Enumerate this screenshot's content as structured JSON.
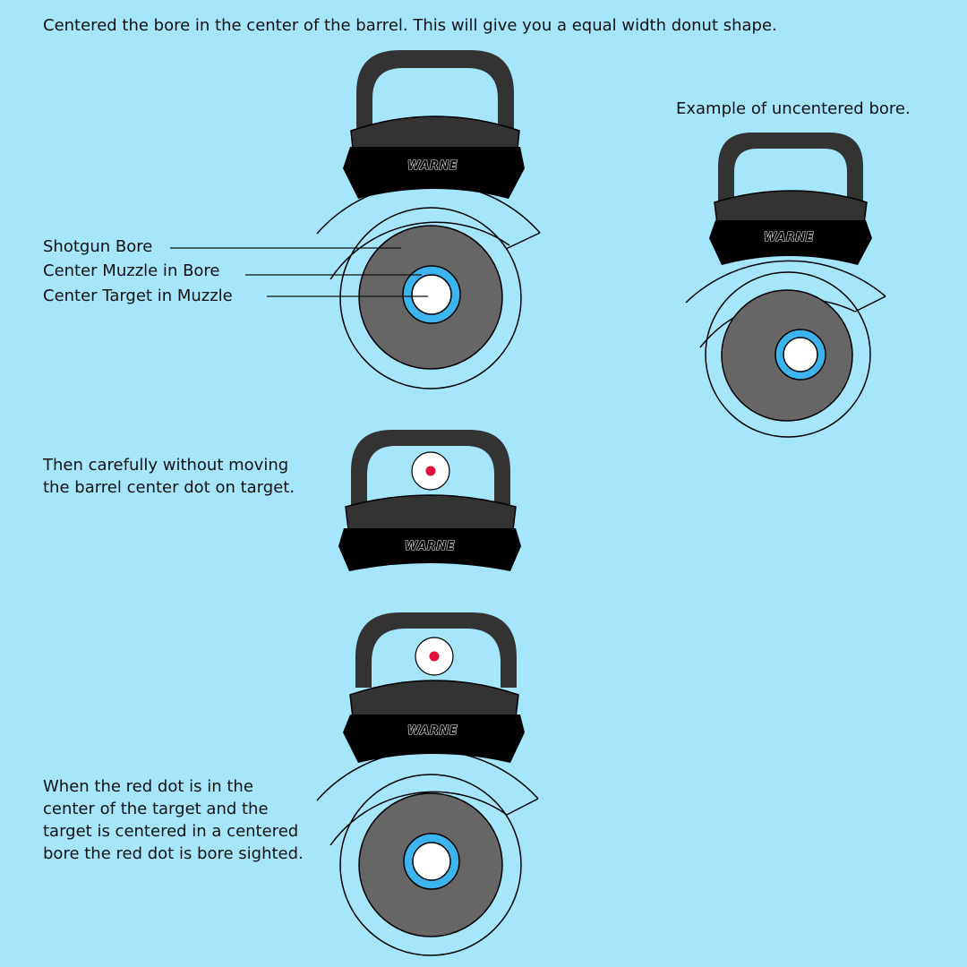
{
  "intro_text": "Centered the bore in the center of the barrel. This will give you a equal width donut shape.",
  "uncentered_caption": "Example of uncentered bore.",
  "labels": {
    "shotgun_bore": "Shotgun Bore",
    "center_muzzle": "Center Muzzle in Bore",
    "center_target": "Center Target in Muzzle"
  },
  "step2_text": "Then carefully without moving\nthe barrel center dot on target.",
  "step3_text": "When the red dot is in the\ncenter of the target and the\ntarget is centered in a centered\nbore the red dot is bore sighted.",
  "brand": "WARNE",
  "colors": {
    "background": "#a6e6fd",
    "mount_dark": "#333333",
    "mount_black": "#000000",
    "bore_gray": "#666666",
    "muzzle_ring": "#3cb5ee",
    "red_dot": "#e0103a",
    "target_white": "#ffffff"
  }
}
